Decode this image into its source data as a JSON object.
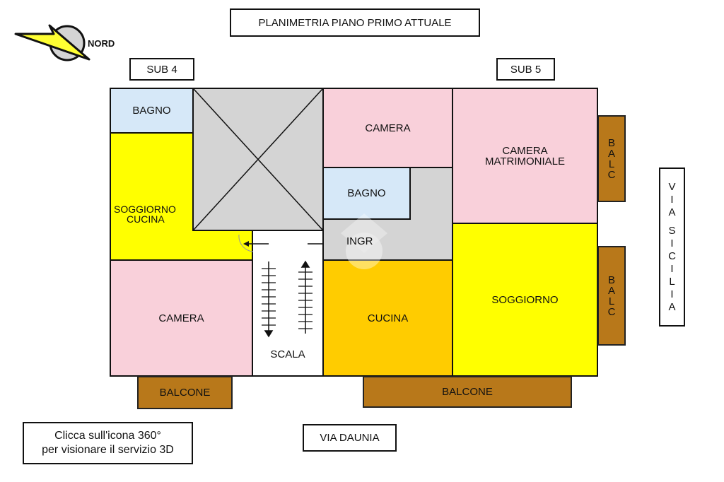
{
  "title": "PLANIMETRIA PIANO PRIMO ATTUALE",
  "compass": {
    "label": "NORD"
  },
  "sub4": "SUB 4",
  "sub5": "SUB 5",
  "rooms": {
    "bagno_sub4": "BAGNO",
    "soggiorno_cucina_1": "SOGGIORNO",
    "soggiorno_cucina_2": "CUCINA",
    "camera_sub4": "CAMERA",
    "scala": "SCALA",
    "camera_top": "CAMERA",
    "bagno_mid": "BAGNO",
    "ingr": "INGR",
    "cucina": "CUCINA",
    "camera_matr_1": "CAMERA",
    "camera_matr_2": "MATRIMONIALE",
    "soggiorno": "SOGGIORNO"
  },
  "balconies": {
    "left": "BALCONE",
    "bottom": "BALCONE",
    "right": [
      "B",
      "A",
      "L",
      "C"
    ]
  },
  "streets": {
    "east": [
      "V",
      "I",
      "A",
      "",
      "S",
      "I",
      "C",
      "I",
      "L",
      "I",
      "A"
    ],
    "south": "VIA DAUNIA"
  },
  "note": {
    "line1": "Clicca sull'icona 360°",
    "line2": "per visionare il servizio 3D"
  },
  "colors": {
    "pink": "#f9d0da",
    "blue": "#d6e8f8",
    "yellow": "#ffff00",
    "orange": "#ffcc00",
    "gray": "#d4d4d4",
    "brown": "#b8781a"
  }
}
